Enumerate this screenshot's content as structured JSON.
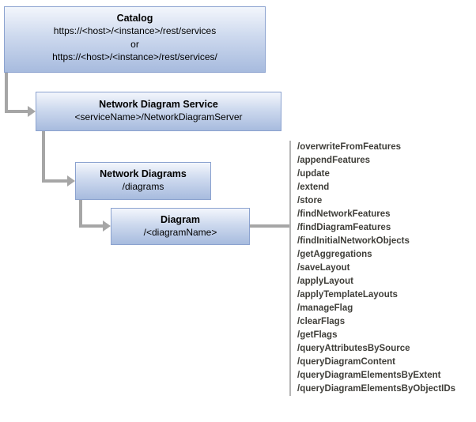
{
  "diagram": {
    "catalog": {
      "title": "Catalog",
      "url1": "https://<host>/<instance>/rest/services",
      "or": "or",
      "url2": "https://<host>/<instance>/rest/services/"
    },
    "service": {
      "title": "Network Diagram Service",
      "subtitle": "<serviceName>/NetworkDiagramServer"
    },
    "network_diagrams": {
      "title": "Network Diagrams",
      "subtitle": "/diagrams"
    },
    "diagram_node": {
      "title": "Diagram",
      "subtitle": "/<diagramName>"
    },
    "operations": [
      "/overwriteFromFeatures",
      "/appendFeatures",
      "/update",
      "/extend",
      "/store",
      "/findNetworkFeatures",
      "/findDiagramFeatures",
      "/findInitialNetworkObjects",
      "/getAggregations",
      "/saveLayout",
      "/applyLayout",
      "/applyTemplateLayouts",
      "/manageFlag",
      "/clearFlags",
      "/getFlags",
      "/queryAttributesBySource",
      "/queryDiagramContent",
      "/queryDiagramElementsByExtent",
      "/queryDiagramElementsByObjectIDs"
    ],
    "colors": {
      "box_gradient_top": "#f3f6fc",
      "box_gradient_bottom": "#a7bbde",
      "box_border": "#8ba2cf",
      "connector": "#a6a6a6",
      "operations_line": "#b5b5b5",
      "operations_text": "#3f3e39"
    }
  }
}
